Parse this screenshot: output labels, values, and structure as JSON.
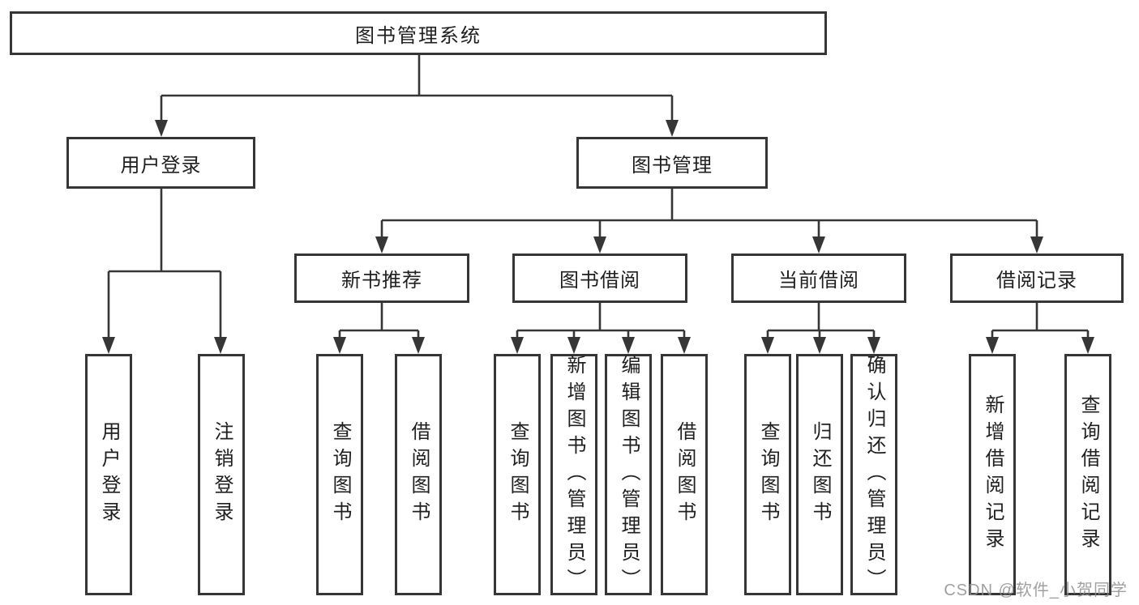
{
  "colors": {
    "line": "#363636",
    "text": "#1f1f1f",
    "box_background": "#ffffff",
    "watermark": "#909090",
    "background": "#ffffff"
  },
  "watermark": {
    "text": "CSDN @软件_小贺同学"
  },
  "diagram": {
    "title": "图书管理系统",
    "nodes": {
      "root": "图书管理系统",
      "user_login": "用户登录",
      "book_management": "图书管理",
      "new_book_recommend": "新书推荐",
      "book_borrowing": "图书借阅",
      "current_borrowing": "当前借阅",
      "borrowing_records": "借阅记录",
      "leaf_user_login": "用户登录",
      "leaf_logout": "注销登录",
      "leaf_recommend_query_books": "查询图书",
      "leaf_recommend_borrow_books": "借阅图书",
      "leaf_borrowing_query_books": "查询图书",
      "leaf_borrowing_add_books": "新增图书（管理员）",
      "leaf_borrowing_edit_books": "编辑图书（管理员）",
      "leaf_borrowing_borrow_books": "借阅图书",
      "leaf_current_query_books": "查询图书",
      "leaf_current_return_books": "归还图书",
      "leaf_current_confirm_return": "确认归还（管理员）",
      "leaf_records_add_record": "新增借阅记录",
      "leaf_records_query_record": "查询借阅记录"
    }
  }
}
